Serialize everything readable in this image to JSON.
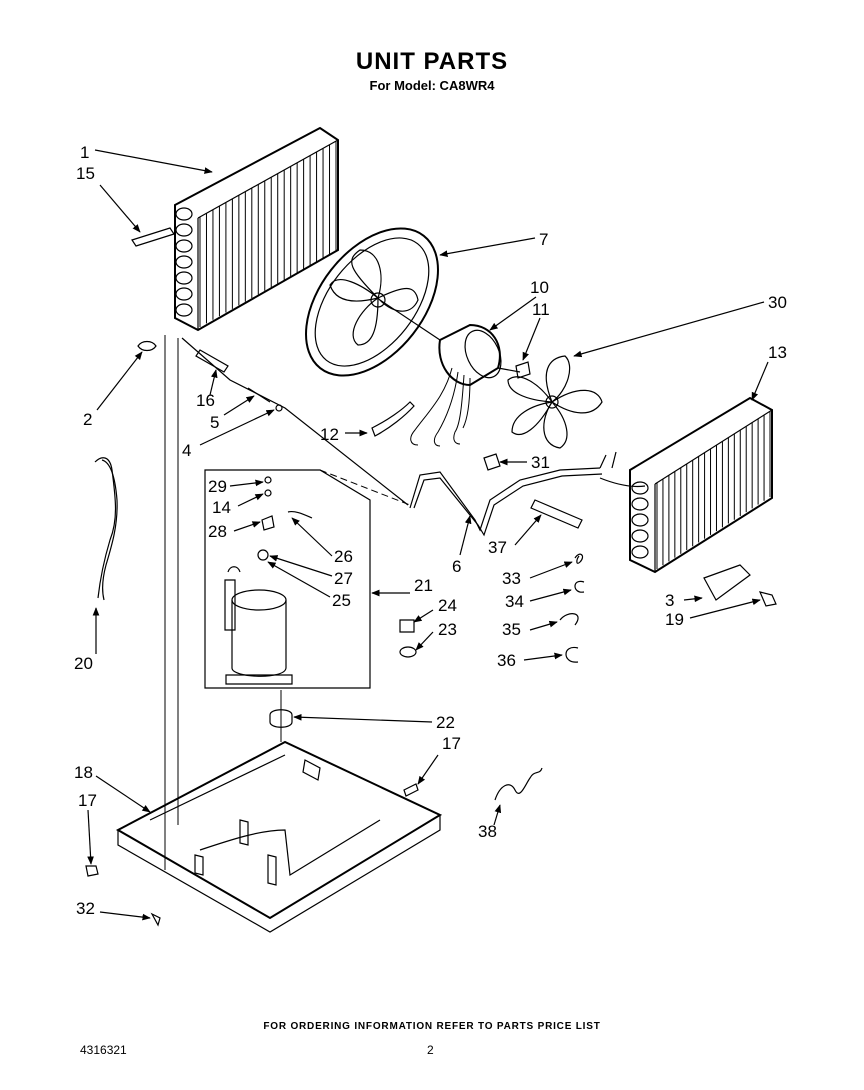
{
  "header": {
    "title": "UNIT PARTS",
    "subtitle": "For Model: CA8WR4"
  },
  "footer": {
    "ordering_note": "FOR ORDERING INFORMATION REFER TO PARTS PRICE LIST",
    "document_number": "4316321",
    "page_number": "2"
  },
  "callouts": {
    "c1": "1",
    "c2": "2",
    "c3": "3",
    "c4": "4",
    "c5": "5",
    "c6": "6",
    "c7": "7",
    "c10": "10",
    "c11": "11",
    "c12": "12",
    "c13": "13",
    "c14": "14",
    "c15": "15",
    "c16": "16",
    "c17a": "17",
    "c17b": "17",
    "c18": "18",
    "c19": "19",
    "c20": "20",
    "c21": "21",
    "c22": "22",
    "c23": "23",
    "c24": "24",
    "c25": "25",
    "c26": "26",
    "c27": "27",
    "c28": "28",
    "c29": "29",
    "c30": "30",
    "c31": "31",
    "c32": "32",
    "c33": "33",
    "c34": "34",
    "c35": "35",
    "c36": "36",
    "c37": "37",
    "c38": "38"
  }
}
